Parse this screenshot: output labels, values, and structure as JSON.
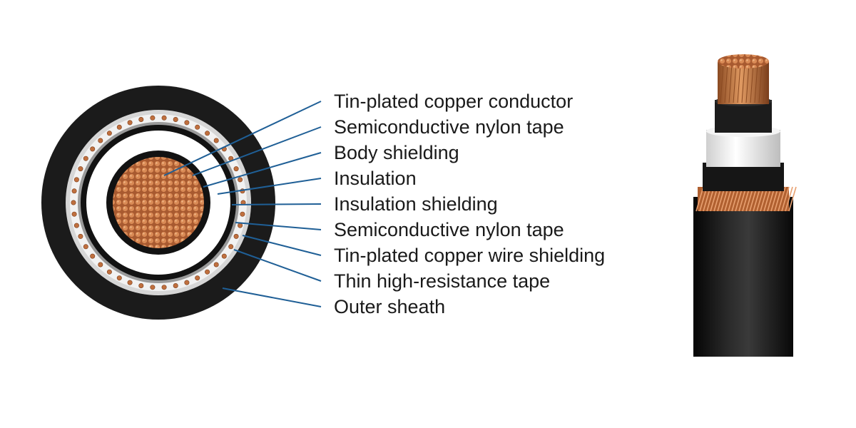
{
  "layers": [
    "Tin-plated copper conductor",
    "Semiconductive nylon tape",
    "Body shielding",
    "Insulation",
    "Insulation shielding",
    "Semiconductive nylon tape",
    "Tin-plated copper wire shielding",
    "Thin high-resistance tape",
    "Outer sheath"
  ],
  "colors": {
    "leader": "#1f5f96",
    "copper": "#c0703f",
    "sheath": "#1b1b1b",
    "insulation": "#ffffff",
    "tape": "#d6d6d6",
    "text": "#1a1a1a"
  }
}
